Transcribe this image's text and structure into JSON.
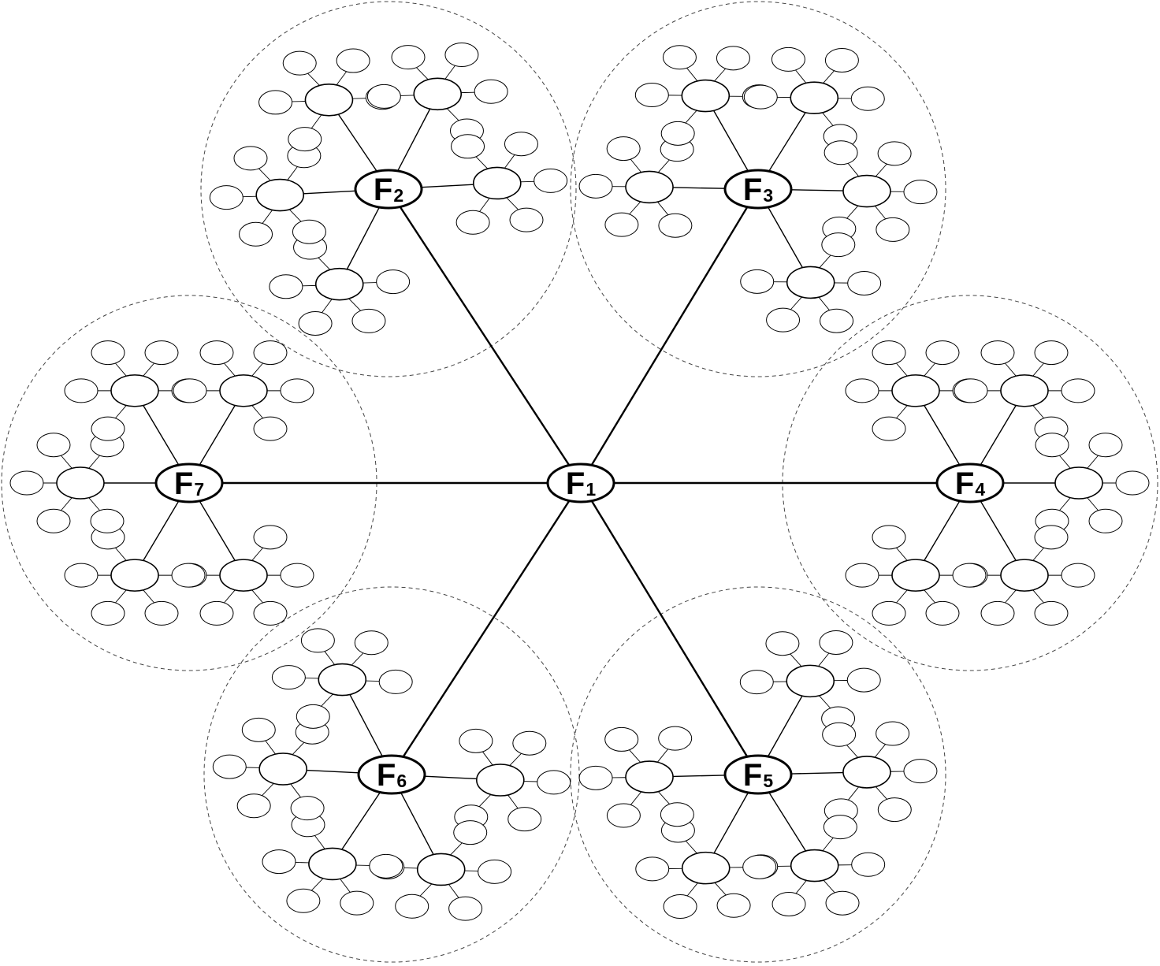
{
  "diagram": {
    "colors": {
      "stroke": "#000000",
      "node_fill": "#ffffff",
      "boundary": "#444444"
    },
    "center": {
      "letter": "F",
      "index": "1"
    },
    "clusters": [
      {
        "letter": "F",
        "index": "2"
      },
      {
        "letter": "F",
        "index": "3"
      },
      {
        "letter": "F",
        "index": "4"
      },
      {
        "letter": "F",
        "index": "5"
      },
      {
        "letter": "F",
        "index": "6"
      },
      {
        "letter": "F",
        "index": "7"
      }
    ]
  }
}
